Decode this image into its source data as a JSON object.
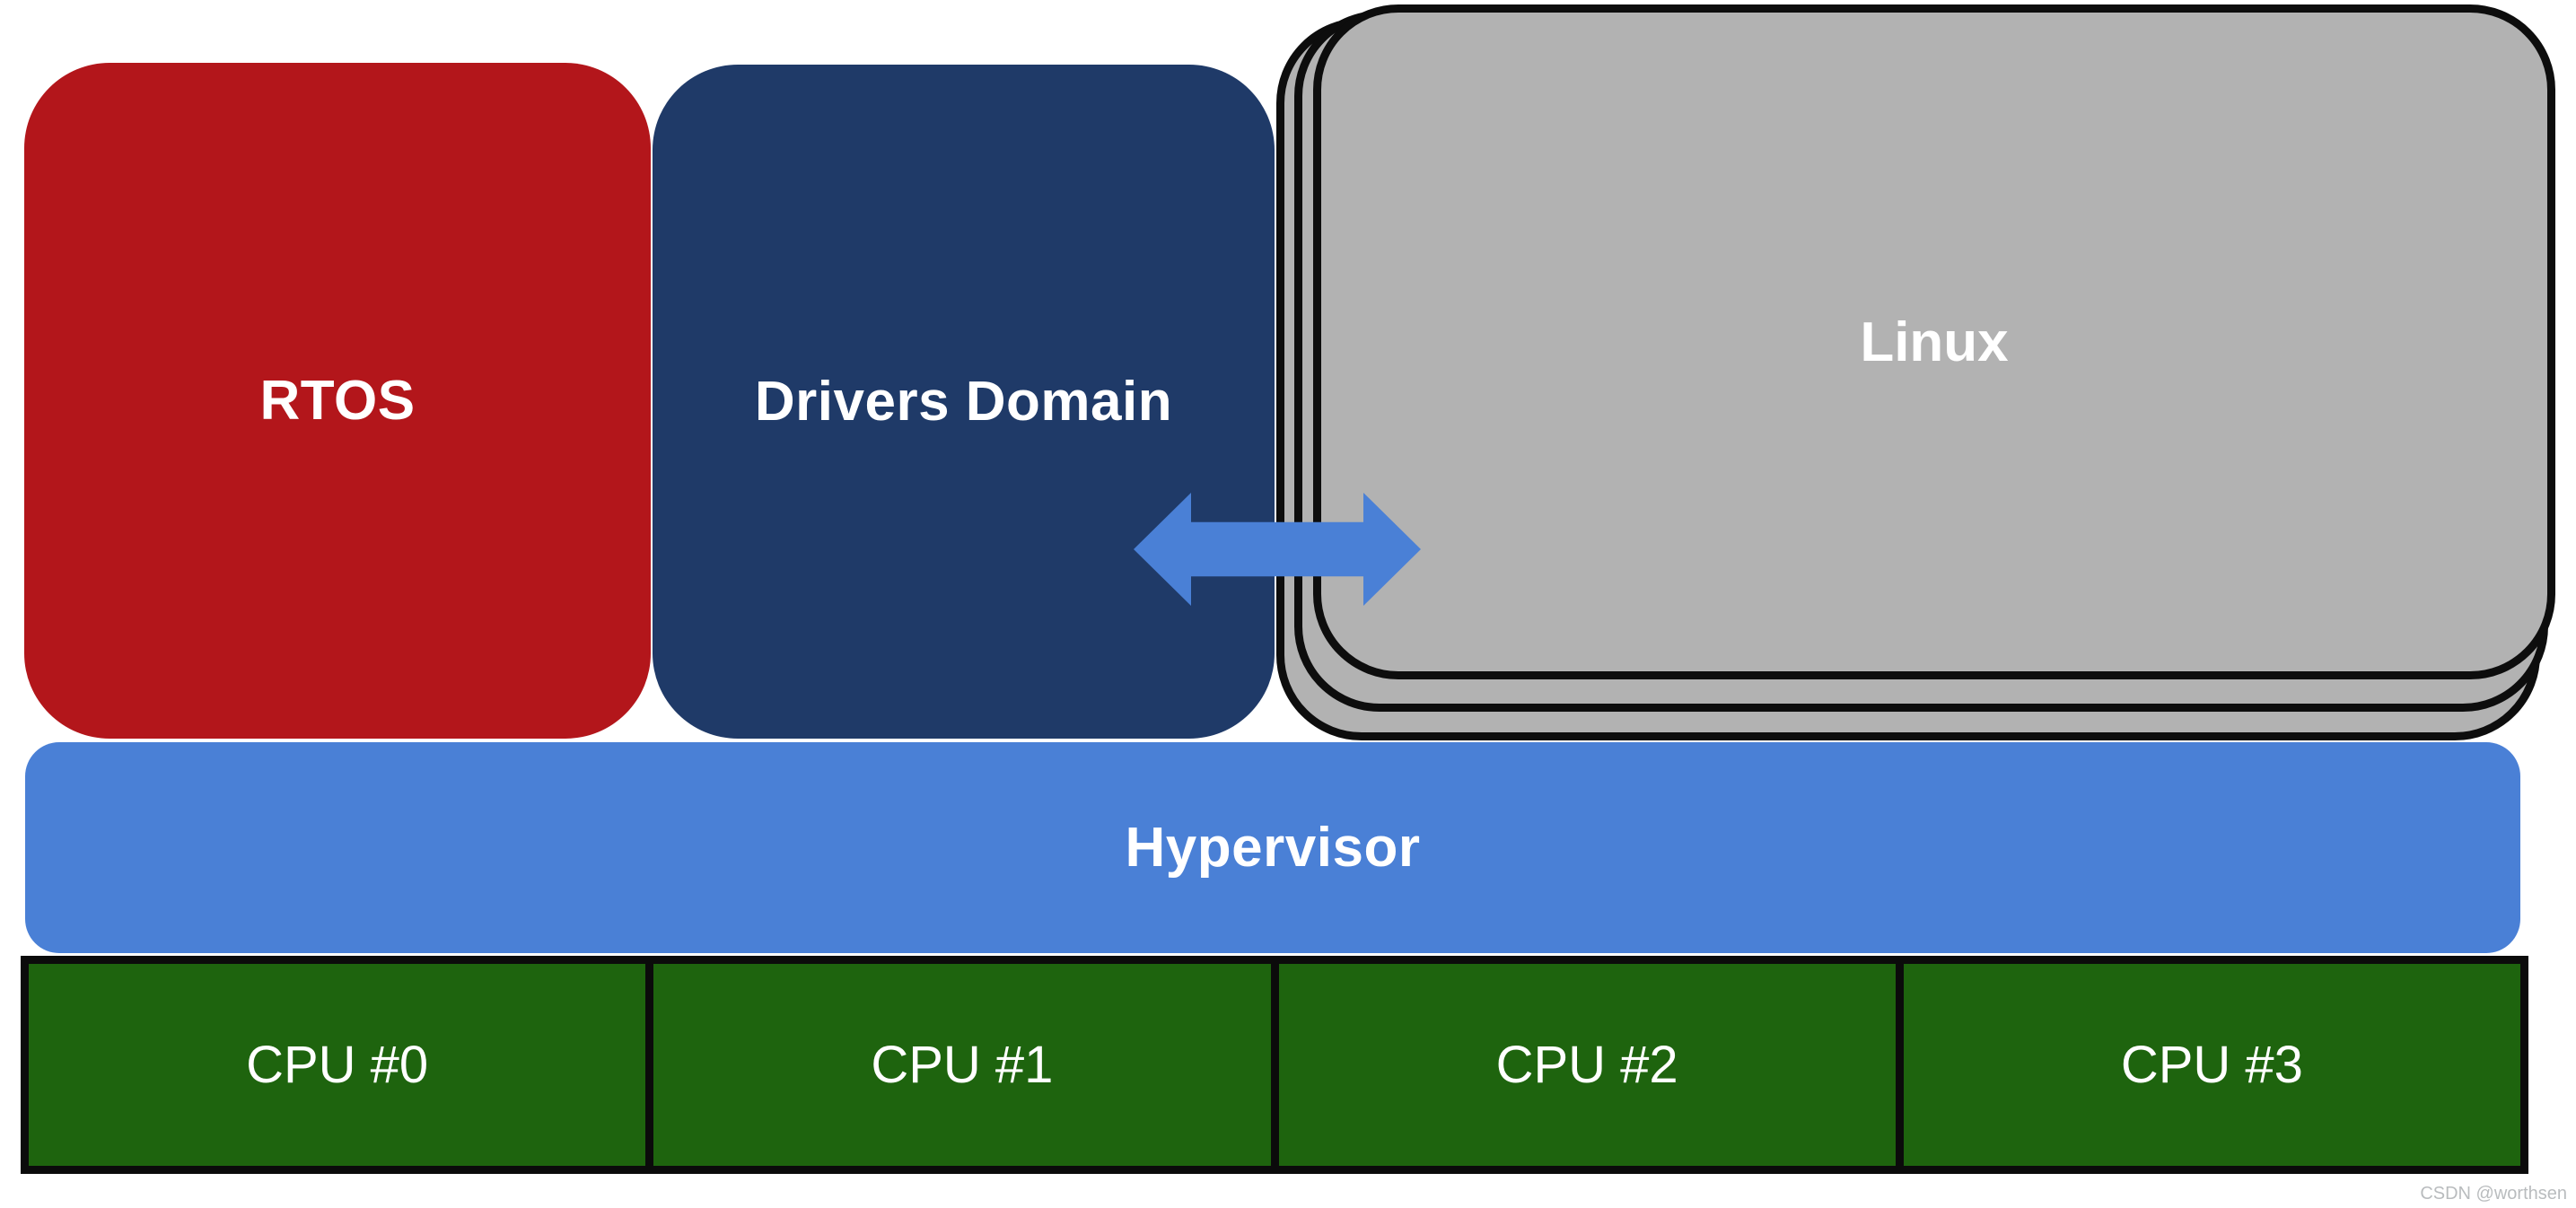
{
  "boxes": {
    "rtos": {
      "label": "RTOS"
    },
    "drivers_domain": {
      "label": "Drivers Domain"
    },
    "linux": {
      "label": "Linux"
    },
    "hypervisor": {
      "label": "Hypervisor"
    }
  },
  "cpus": [
    {
      "label": "CPU #0"
    },
    {
      "label": "CPU #1"
    },
    {
      "label": "CPU #2"
    },
    {
      "label": "CPU #3"
    }
  ],
  "icons": {
    "drivers_linux_link": "bidirectional-horizontal-arrow"
  },
  "watermark": {
    "text": "CSDN @worthsen"
  },
  "colors": {
    "rtos": "#b3161b",
    "drivers": "#1f3a68",
    "linux-fill": "#b2b2b2",
    "linux-border": "#0d0d0d",
    "hypervisor": "#4a80d6",
    "arrow": "#4a80d6",
    "cpu-fill": "#1e640e",
    "cpu-border": "#0b0b0b",
    "label-text": "#ffffff",
    "watermark": "#b9bcbe",
    "page-bg": "#ffffff"
  }
}
